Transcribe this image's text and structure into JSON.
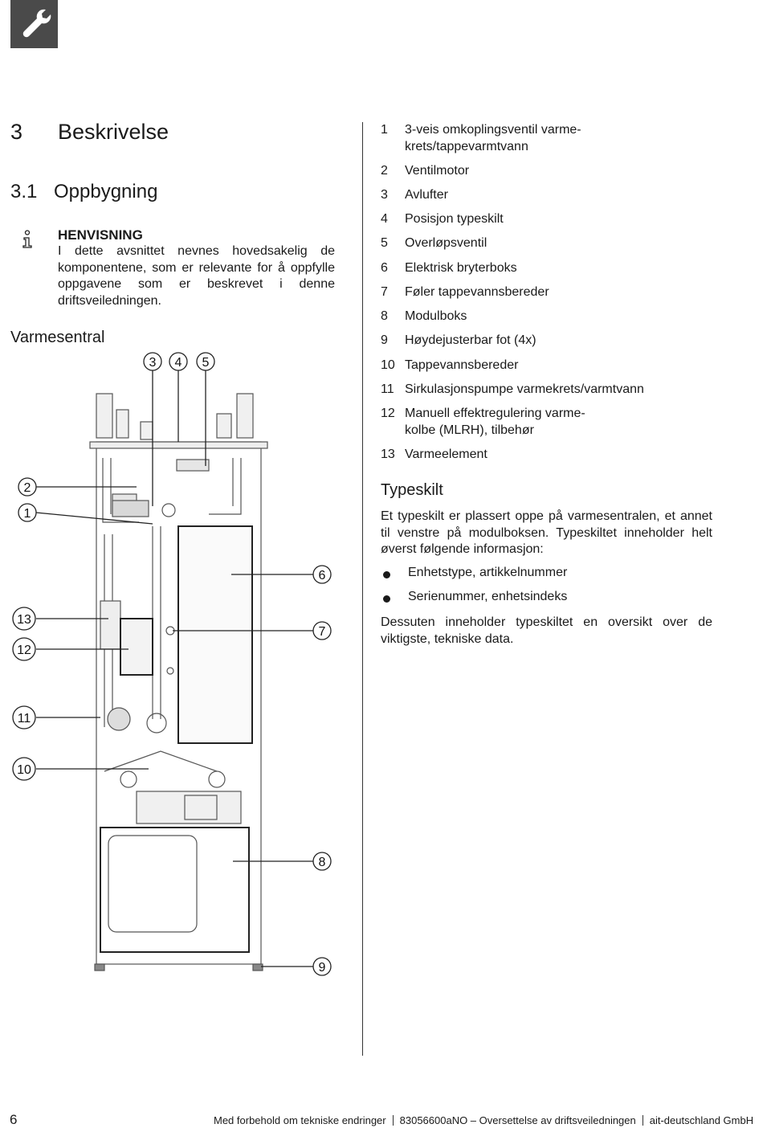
{
  "header": {
    "tool_icon": "wrench-icon"
  },
  "chapter": {
    "number": "3",
    "title": "Beskrivelse"
  },
  "section": {
    "number": "3.1",
    "title": "Oppbygning"
  },
  "note": {
    "icon": "info-icon",
    "title": "HENVISNING",
    "body": "I dette avsnittet nevnes hovedsakelig de komponentene, som er relevante for å oppfylle oppgavene som er beskrevet i denne driftsveiledningen."
  },
  "figure": {
    "label": "Varmesentral",
    "callouts": [
      "1",
      "2",
      "3",
      "4",
      "5",
      "6",
      "7",
      "8",
      "9",
      "10",
      "11",
      "12",
      "13"
    ]
  },
  "legend": [
    {
      "num": "1",
      "text": "3-veis omkoplingsventil varme-",
      "text2": "krets/tappevarmtvann"
    },
    {
      "num": "2",
      "text": "Ventilmotor"
    },
    {
      "num": "3",
      "text": "Avlufter"
    },
    {
      "num": "4",
      "text": "Posisjon typeskilt"
    },
    {
      "num": "5",
      "text": "Overløpsventil"
    },
    {
      "num": "6",
      "text": "Elektrisk bryterboks"
    },
    {
      "num": "7",
      "text": "Føler tappevannsbereder"
    },
    {
      "num": "8",
      "text": "Modulboks"
    },
    {
      "num": "9",
      "text": "Høydejusterbar fot (4x)"
    },
    {
      "num": "10",
      "text": "Tappevannsbereder"
    },
    {
      "num": "11",
      "text": "Sirkulasjonspumpe varmekrets/varmtvann"
    },
    {
      "num": "12",
      "text": "Manuell effektregulering varme-",
      "text2": "kolbe (MLRH), tilbehør"
    },
    {
      "num": "13",
      "text": "Varmeelement"
    }
  ],
  "typeskilt": {
    "heading": "Typeskilt",
    "intro": "Et typeskilt er plassert oppe på varmesentralen, et annet til venstre på modulboksen. Typeskiltet inneholder helt øverst følgende informasjon:",
    "bullets": [
      "Enhetstype, artikkelnummer",
      "Serienummer, enhetsindeks"
    ],
    "outro": "Dessuten inneholder typeskiltet en oversikt over de viktigste, tekniske data."
  },
  "footer": {
    "page": "6",
    "part1": "Med forbehold om tekniske endringer",
    "part2": "83056600aNO – Oversettelse av driftsveiledningen",
    "part3": "ait-deutschland GmbH"
  }
}
